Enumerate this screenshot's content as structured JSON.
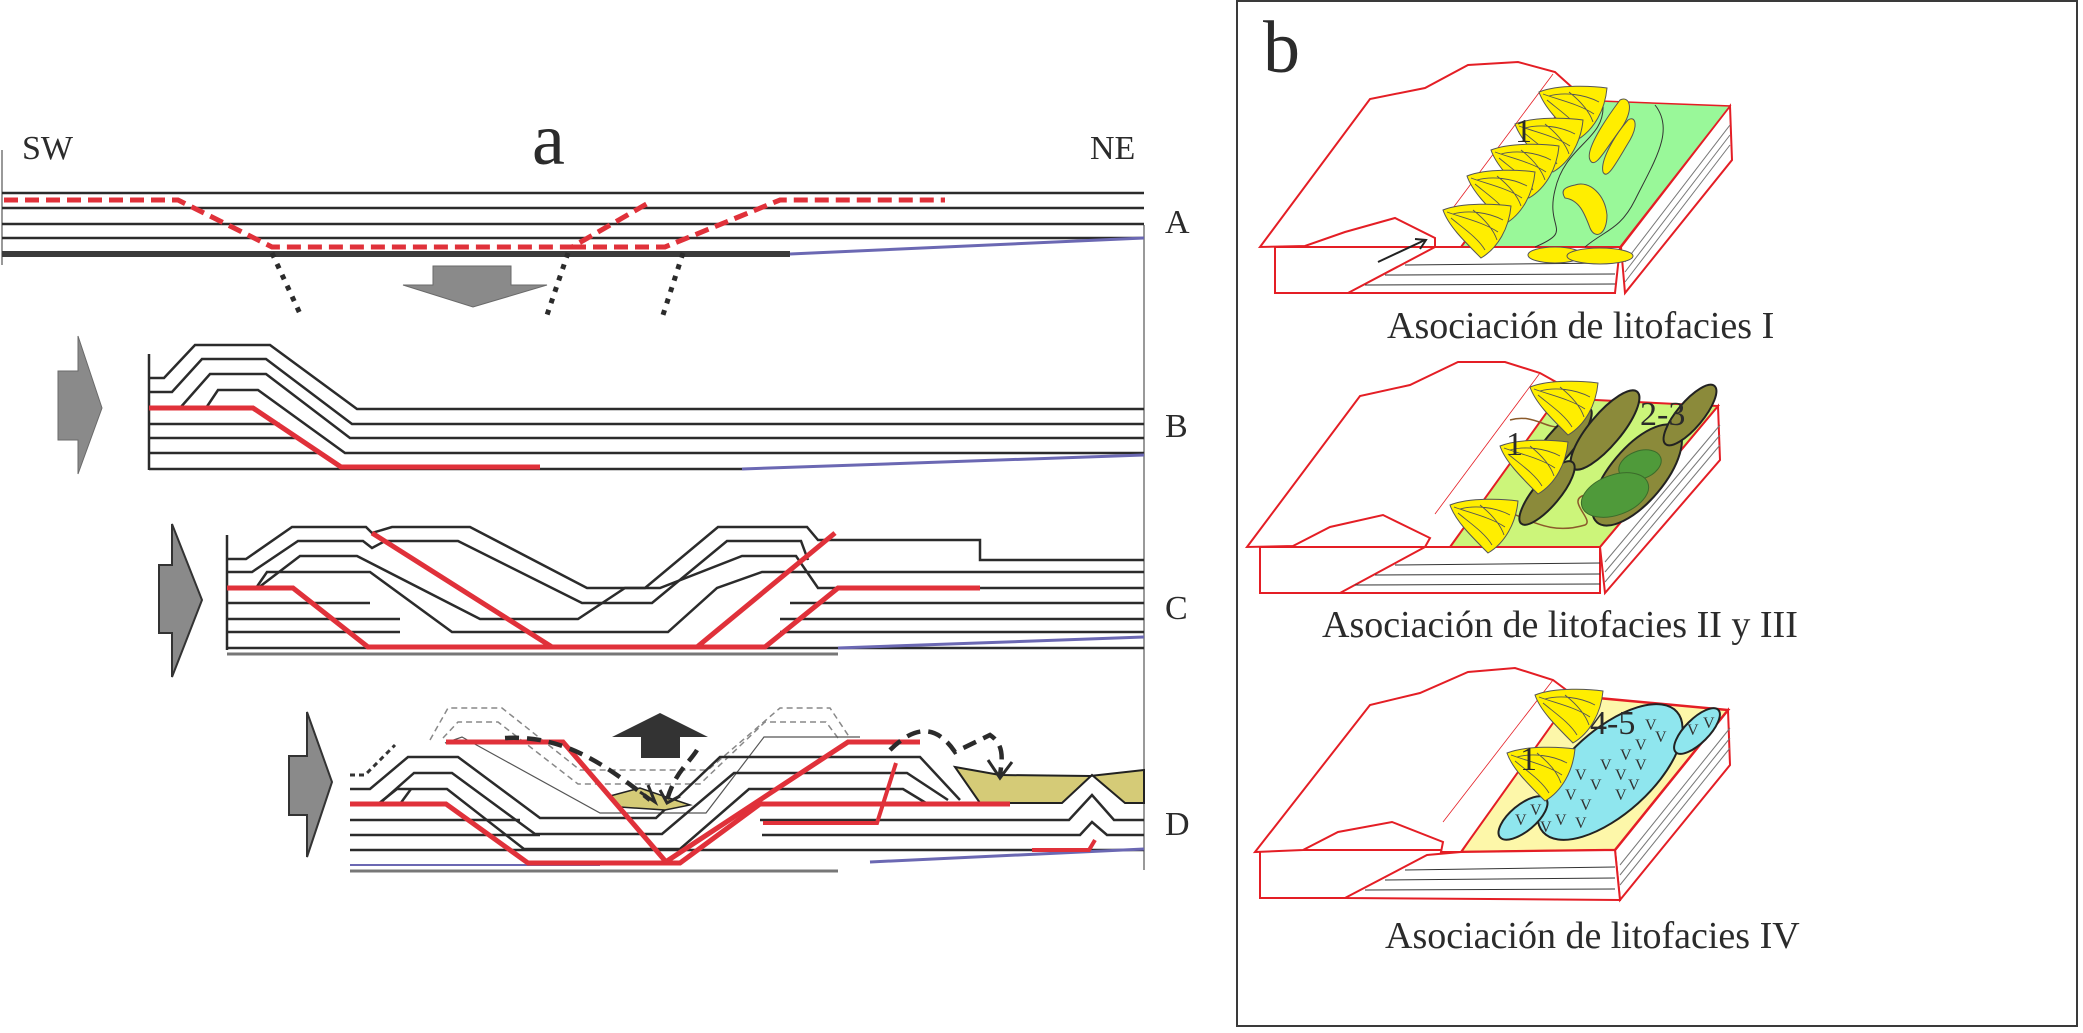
{
  "panel_a": {
    "letter": "a",
    "orientation_left": "SW",
    "orientation_right": "NE",
    "stages": [
      {
        "id": "A",
        "label": "A"
      },
      {
        "id": "B",
        "label": "B"
      },
      {
        "id": "C",
        "label": "C"
      },
      {
        "id": "D",
        "label": "D"
      }
    ]
  },
  "panel_b": {
    "letter": "b",
    "blocks": [
      {
        "caption": "Asociación de litofacies I",
        "numbers": [
          "1"
        ],
        "plain_color": "#99f899"
      },
      {
        "caption": "Asociación de litofacies II y III",
        "numbers": [
          "1",
          "2-3"
        ],
        "plain_color": "#ccf57a"
      },
      {
        "caption": "Asociación de litofacies IV",
        "numbers": [
          "1",
          "4-5"
        ],
        "plain_color": "#fdf7a9"
      }
    ]
  },
  "colors": {
    "fault_red": "#e0313a",
    "block_outline_red": "#e41e25",
    "basement_blue": "#6b68b3",
    "arrow_gray": "#8a8a8a",
    "arrow_dark": "#333333",
    "sediment_khaki": "#d5cb77",
    "fan_yellow": "#ffee00",
    "lobe_olive": "#8b8a3a",
    "lobe_green": "#4f9a3a",
    "lake_cyan": "#8fe6ee"
  }
}
